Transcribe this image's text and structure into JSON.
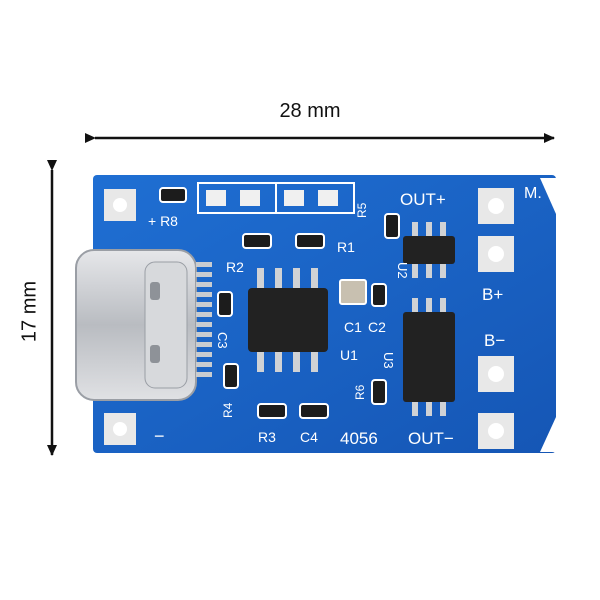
{
  "dimensions": {
    "width_label": "28 mm",
    "height_label": "17 mm"
  },
  "board": {
    "silkscreen": {
      "plus_r8": "+ R8",
      "r5": "R5",
      "out_plus": "OUT+",
      "m": "M.",
      "r2": "R2",
      "r1": "R1",
      "u2": "U2",
      "b_plus": "B+",
      "c3": "C3",
      "c1": "C1",
      "c2": "C2",
      "u1": "U1",
      "b_minus": "B−",
      "r4": "R4",
      "r6": "R6",
      "u3": "U3",
      "minus": "−",
      "r3": "R3",
      "c4": "C4",
      "model": "4056",
      "out_minus": "OUT−"
    }
  },
  "colors": {
    "pcb": "#1a64c8",
    "silk": "#ffffff",
    "ic": "#222222",
    "usb": "#c9ccd0"
  }
}
